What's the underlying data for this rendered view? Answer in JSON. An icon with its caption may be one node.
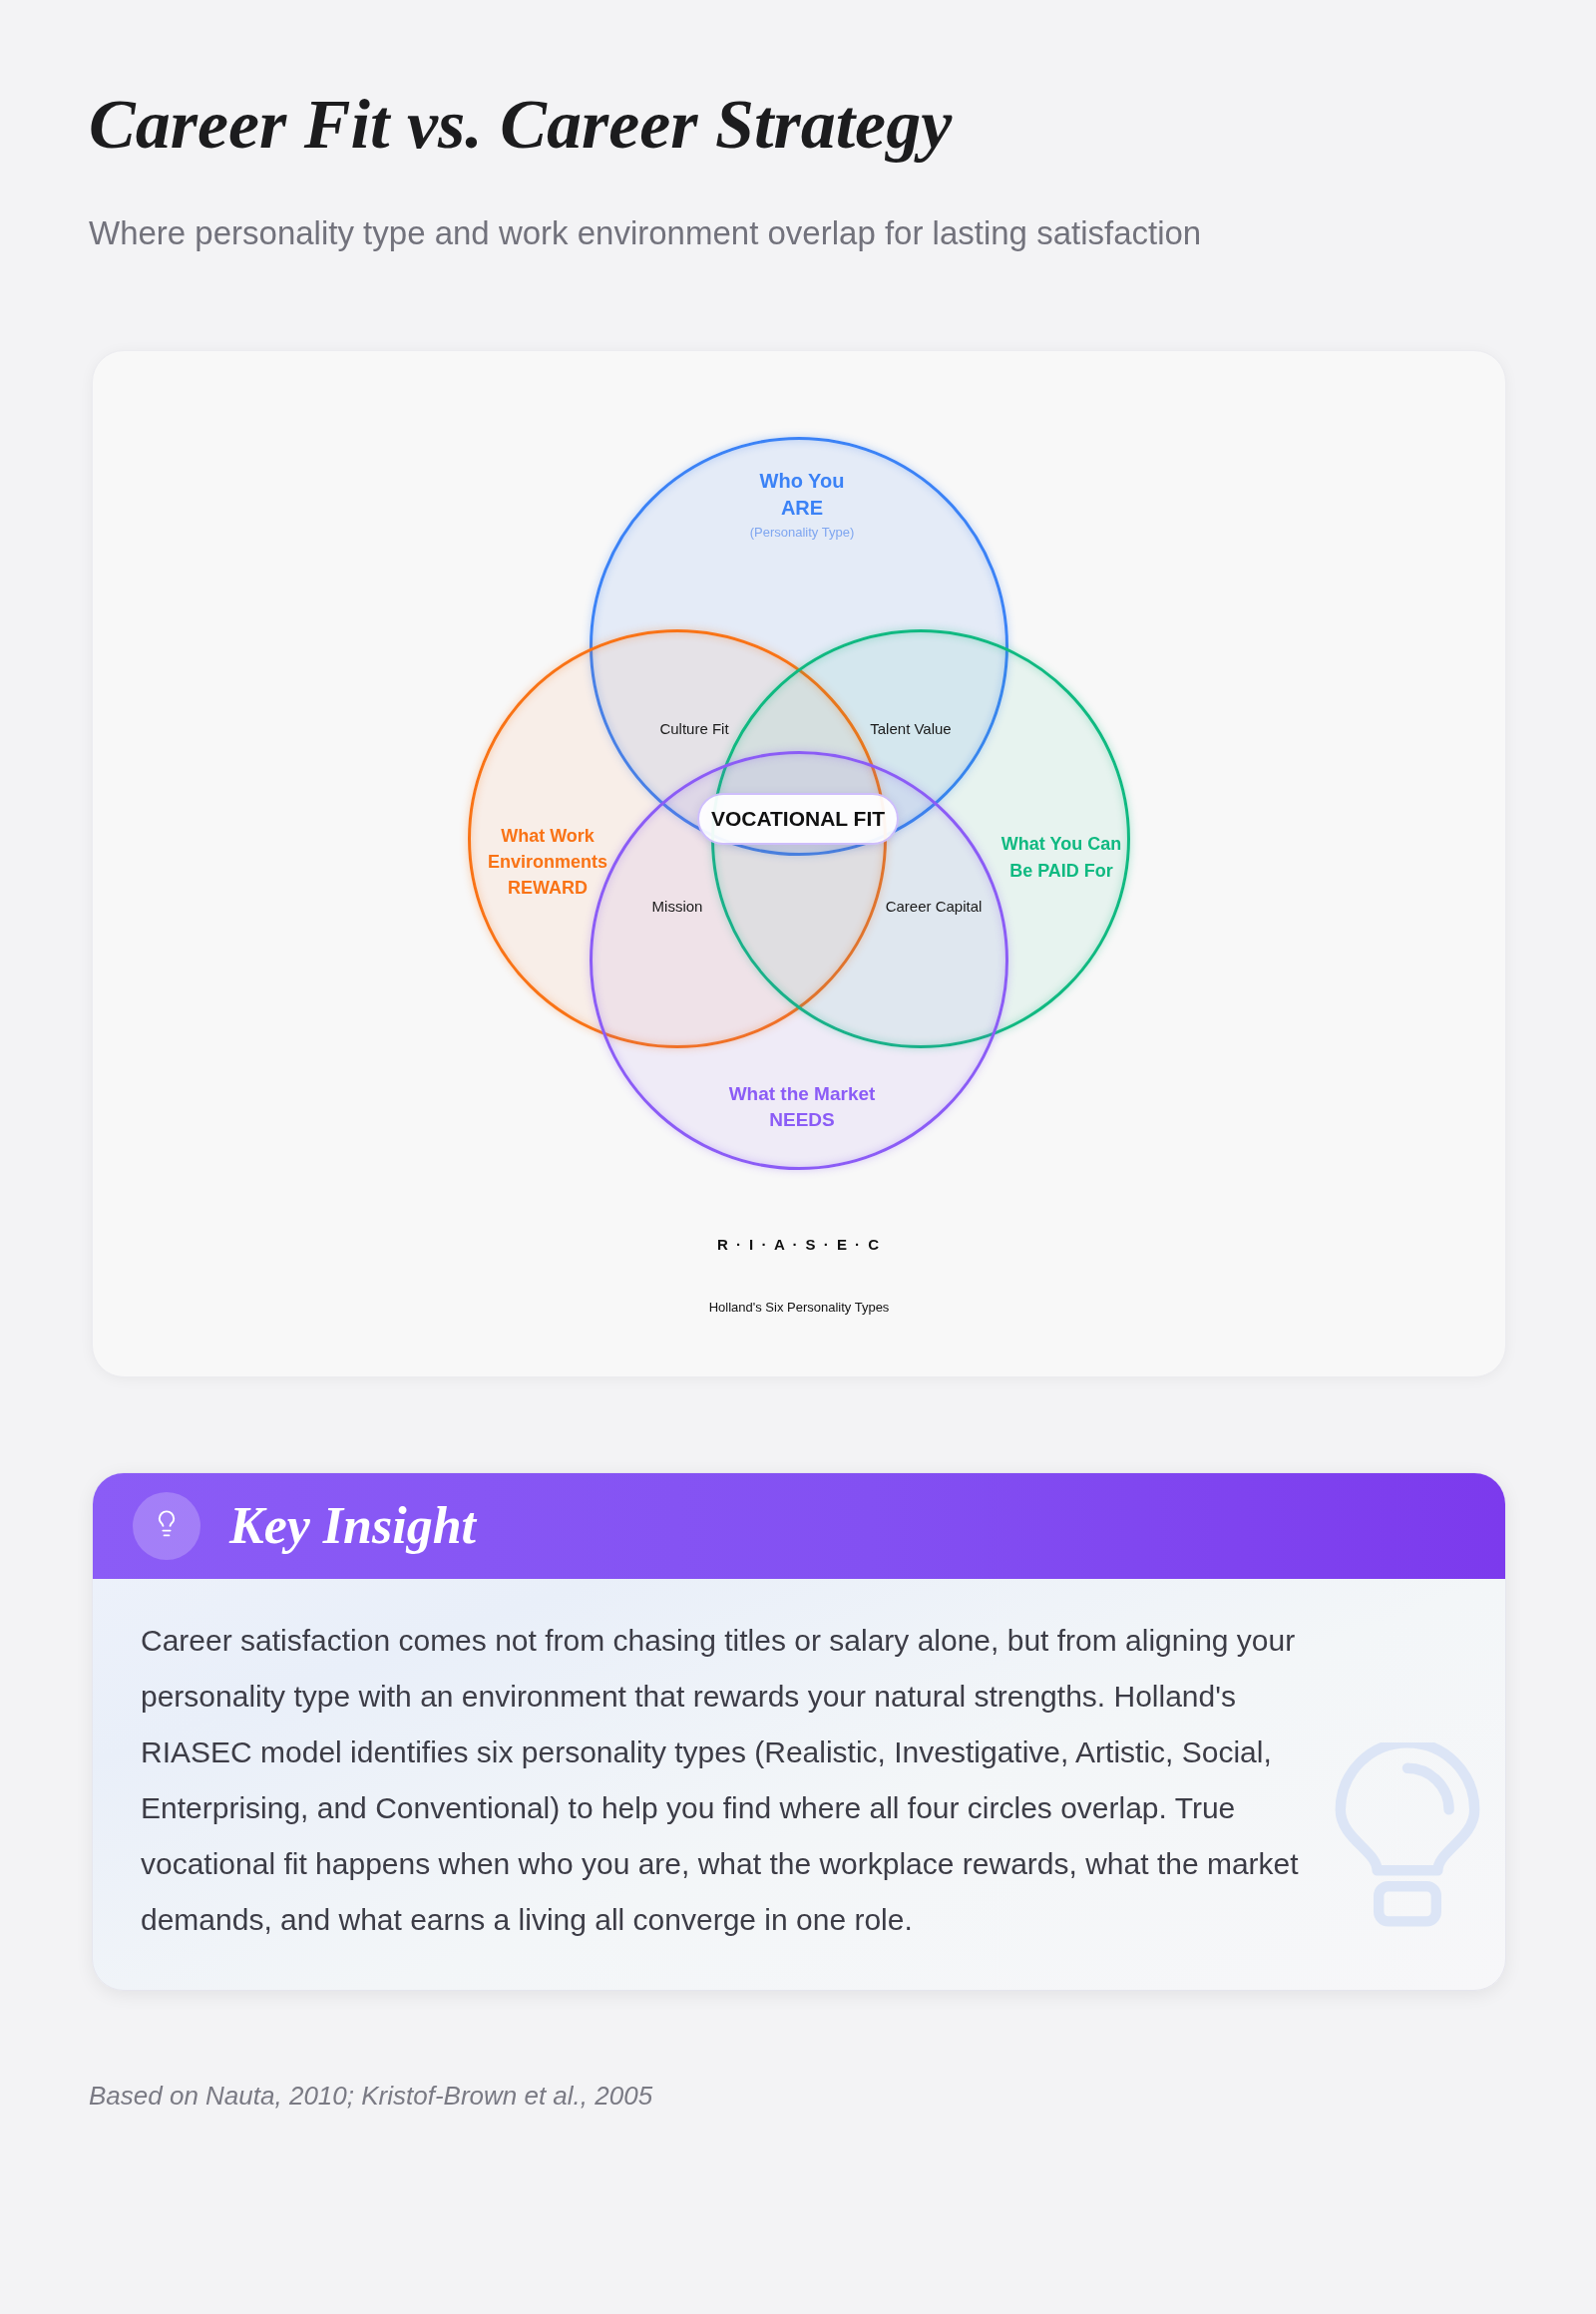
{
  "diagram": {
    "title": "Career Fit vs. Career Strategy",
    "nodes": [
      {
        "text": [
          "R · I · A · S · E · C",
          "Holland's Six Personality Types"
        ]
      },
      {
        "text": [
          "Who You ARE",
          "(Personality Type)"
        ],
        "in": 0
      },
      {
        "text": [
          "What Work Environments REWARD"
        ],
        "in": 0
      },
      {
        "text": [
          "What You Can Be PAID For"
        ],
        "in": 0
      },
      {
        "text": [
          "What the Market NEEDS"
        ],
        "in": 0
      },
      {
        "text": [
          "VOCATIONAL FIT"
        ]
      },
      {
        "text": [
          "Key Insight",
          "Career satisfaction comes not from chasing titles or salary alone, but from aligning your personality type with an environment that rewards your natural strengths. Holland's RIASEC model identifies six personality types (Realistic, Investigative, Artistic, Social, Enterprising, and Conventional) to help you find where all four circles overlap. True vocational fit happens when who you are, what the workplace rewards, what the market demands, and what earns a living all converge in one role."
        ]
      }
    ],
    "labels": [
      "Where personality type and work environment overlap for lasting satisfaction",
      "Culture Fit",
      "Talent Value",
      "Mission",
      "Career Capital",
      "Based on Nauta, 2010; Kristof-Brown et al., 2005"
    ]
  }
}
